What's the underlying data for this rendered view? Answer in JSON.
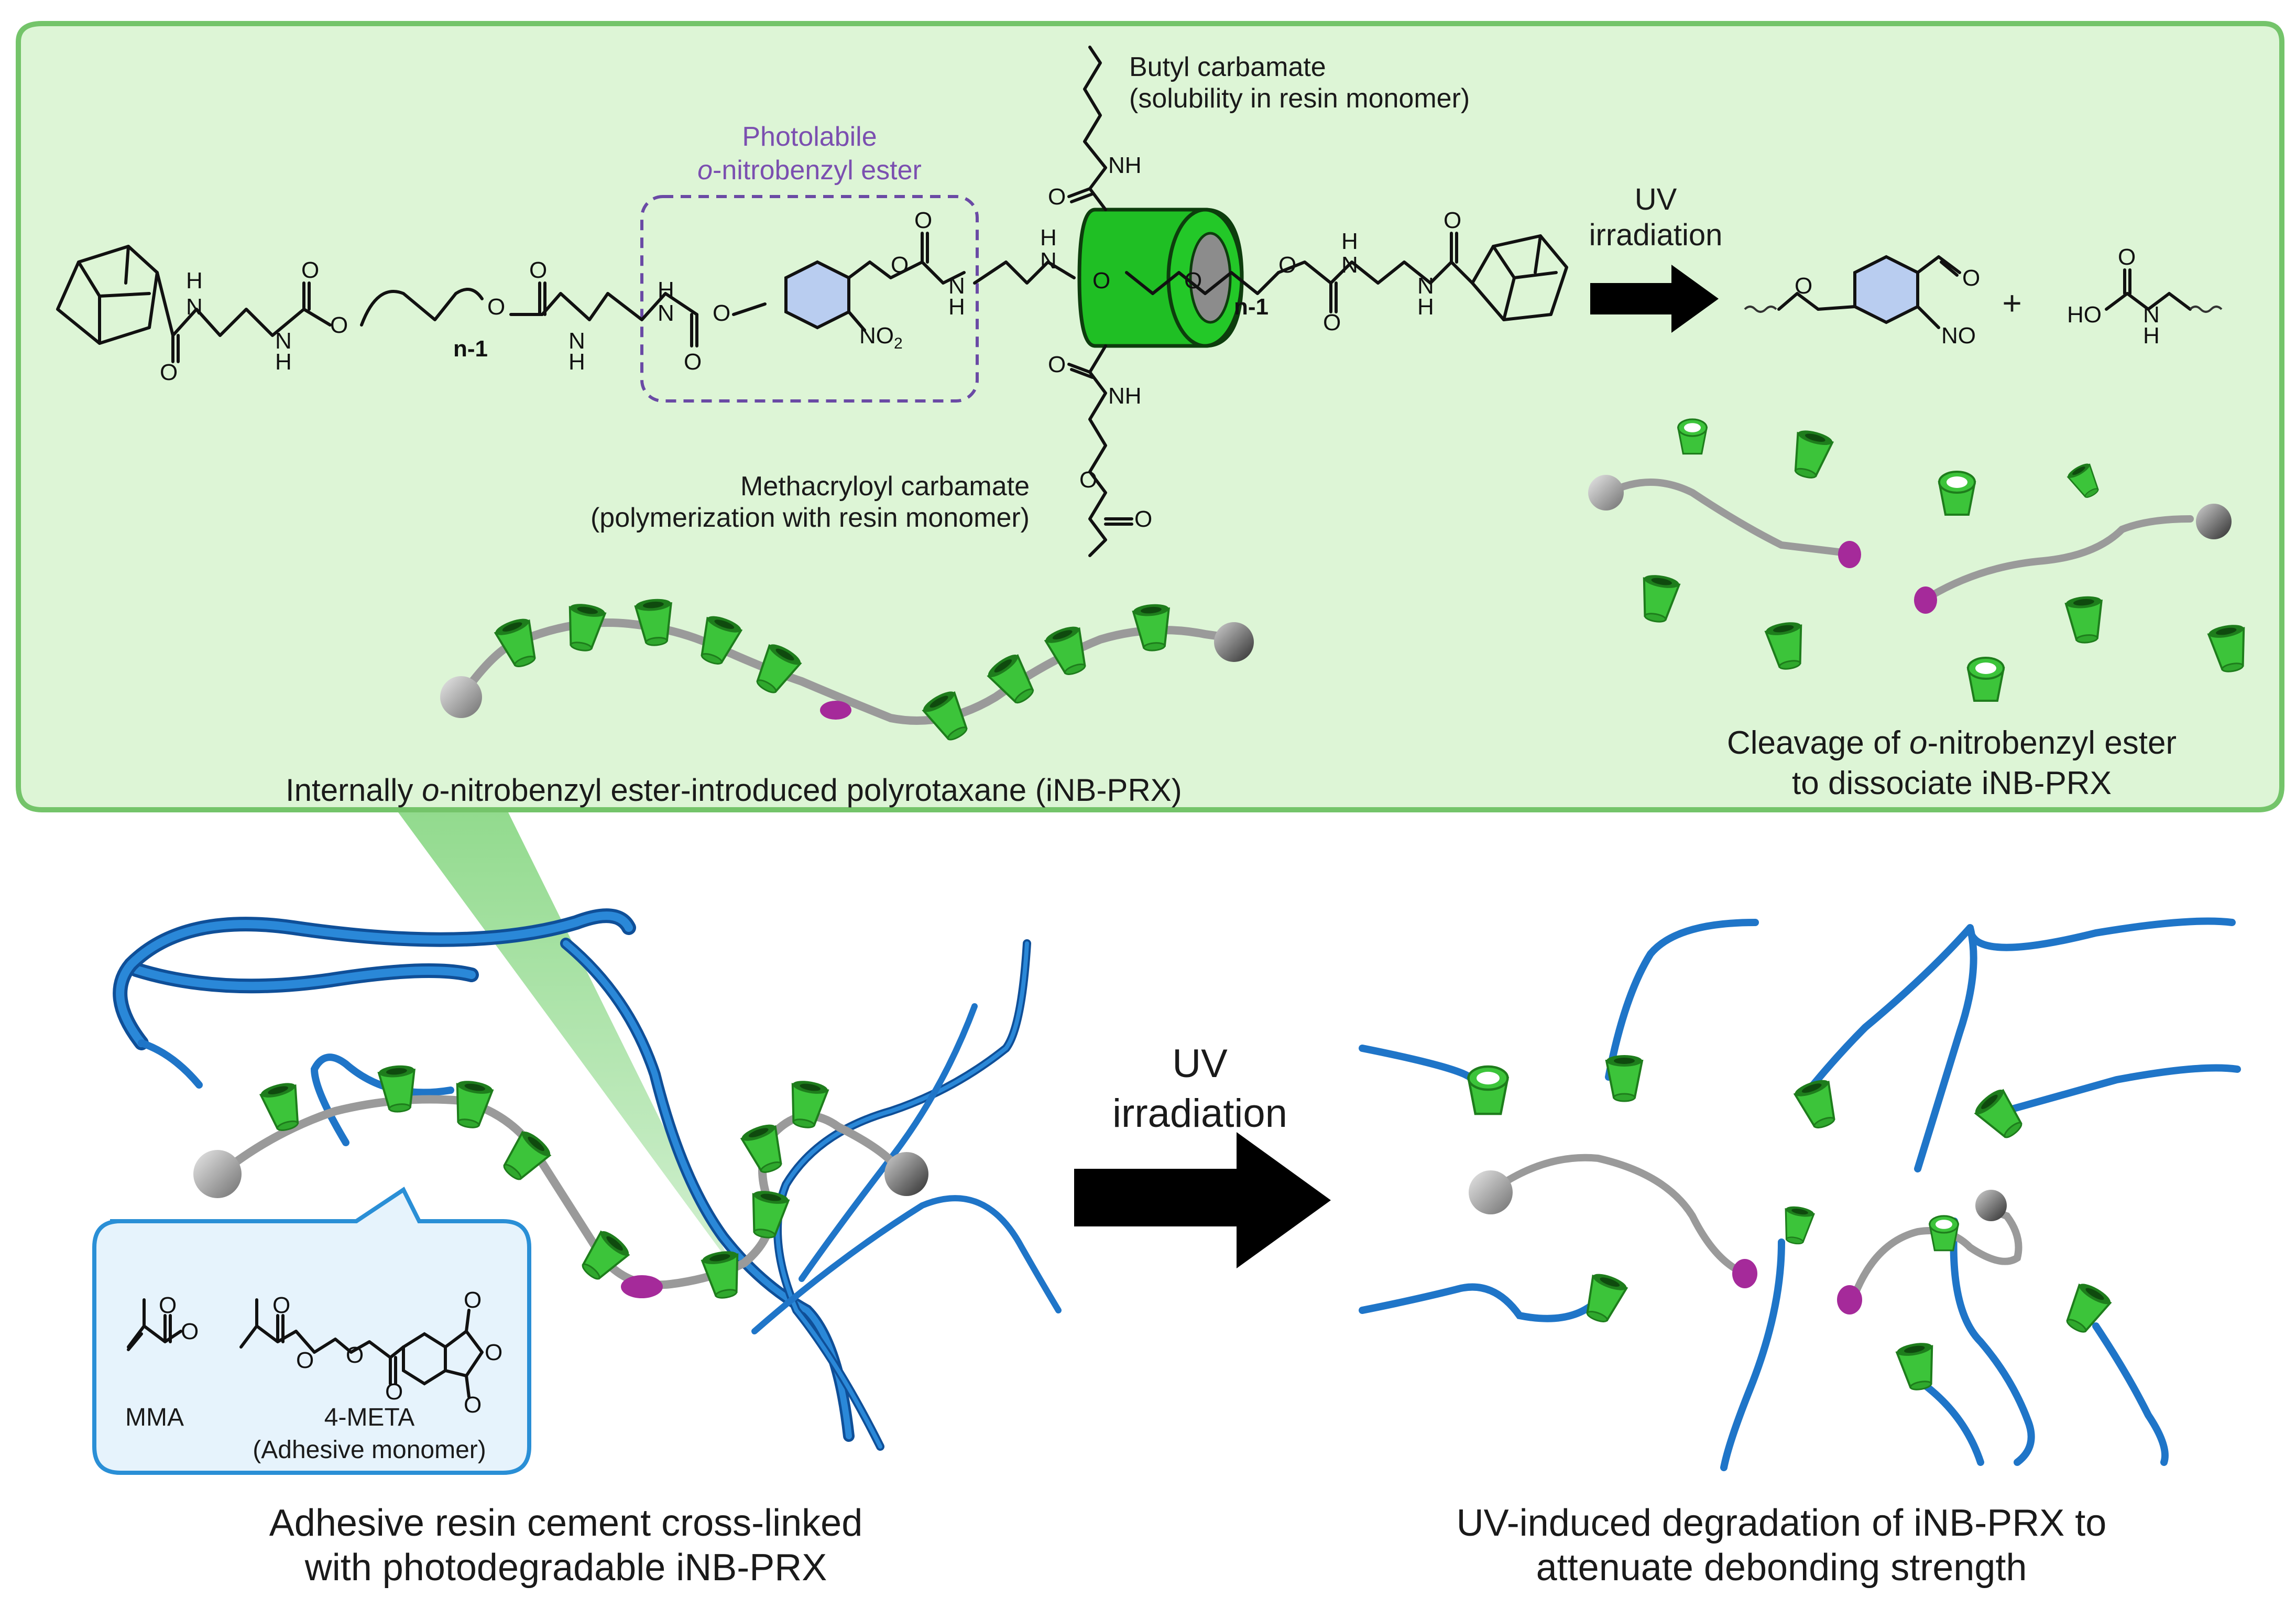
{
  "top_panel": {
    "photolabile_line1": "Photolabile",
    "photolabile_line2_italic": "o",
    "photolabile_line2_rest": "-nitrobenzyl ester",
    "butyl_line1": "Butyl carbamate",
    "butyl_line2": "(solubility in resin monomer)",
    "methacryloyl_line1": "Methacryloyl carbamate",
    "methacryloyl_line2": "(polymerization with resin monomer)",
    "uv_line1": "UV",
    "uv_line2": "irradiation",
    "plus": "+",
    "prx_caption_pre": "Internally ",
    "prx_caption_italic": "o",
    "prx_caption_post": "-nitrobenzyl ester-introduced polyrotaxane (iNB-PRX)",
    "cleavage_line1_pre": "Cleavage of ",
    "cleavage_line1_italic": "o",
    "cleavage_line1_post": "-nitrobenzyl ester",
    "cleavage_line2": "to dissociate iNB-PRX"
  },
  "chem_labels": {
    "H": "H",
    "N": "N",
    "O": "O",
    "NH": "NH",
    "HN": "HN",
    "n_minus_1": "n-1",
    "NO2": "NO",
    "NO2_sub": "2",
    "NO": "NO",
    "HO": "HO"
  },
  "bottom_panel": {
    "uv_line1": "UV",
    "uv_line2": "irradiation",
    "left_caption_line1": "Adhesive resin cement cross-linked",
    "left_caption_line2": "with photodegradable iNB-PRX",
    "right_caption_line1": "UV-induced degradation of iNB-PRX to",
    "right_caption_line2": "attenuate debonding strength",
    "monomer1_label": "MMA",
    "monomer2_label": "4-META",
    "monomer2_sublabel": "(Adhesive monomer)"
  },
  "colors": {
    "panel_fill": "#ddf5d6",
    "panel_stroke": "#74c46a",
    "ring_green": "#3cc43a",
    "ring_dark": "#1e7d1c",
    "axle_gray": "#9a9a9a",
    "stopper_gray": "#8d8d8d",
    "photolabile_purple": "#7b4fb0",
    "cleavage_magenta": "#a52a9a",
    "benzene_blue": "#b9cdf0",
    "resin_blue": "#1f75c8",
    "monomer_box_fill": "#e6f3fc",
    "monomer_box_stroke": "#2a8fd6"
  }
}
